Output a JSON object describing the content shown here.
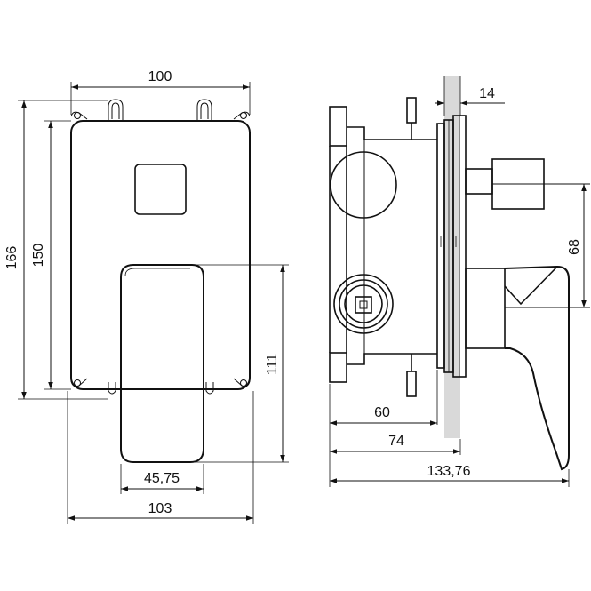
{
  "dimensions": {
    "front_width_plate": "100",
    "front_height_total": "166",
    "front_height_plate": "150",
    "front_height_handle": "111",
    "front_width_handle": "45,75",
    "front_width_total": "103",
    "side_wall_thickness": "14",
    "side_offset": "68",
    "side_depth_box": "60",
    "side_depth_wall": "74",
    "side_depth_total": "133,76"
  },
  "colors": {
    "line": "#111111",
    "wall": "#d9d9d9",
    "background": "#ffffff"
  }
}
